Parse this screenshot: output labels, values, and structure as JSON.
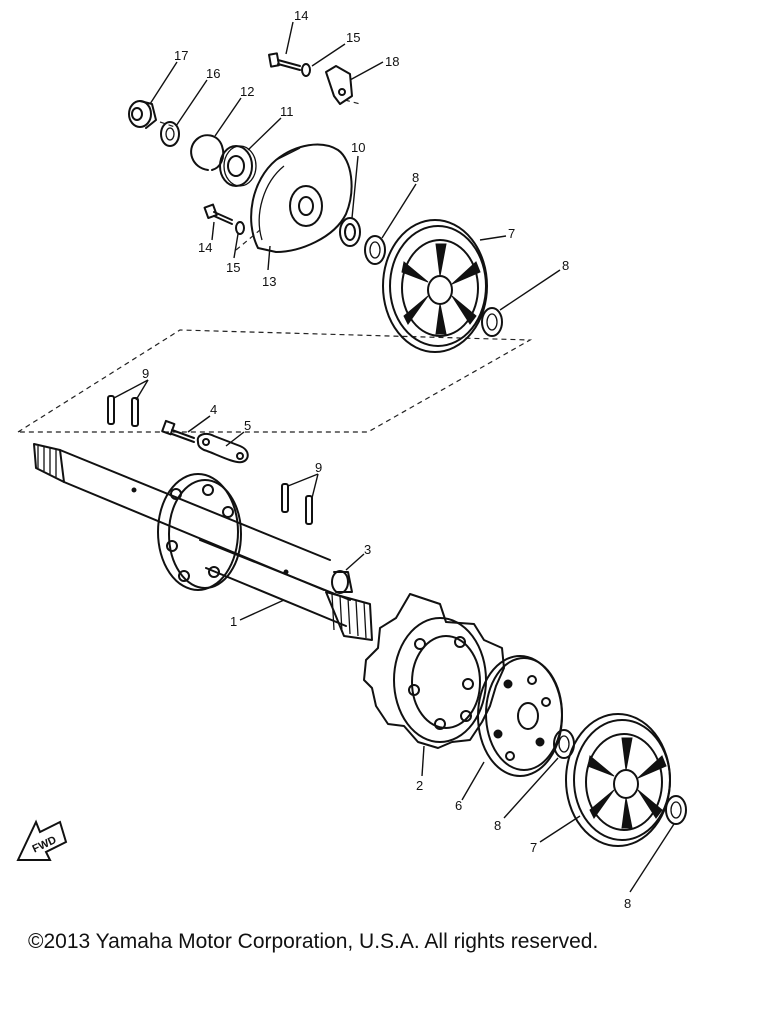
{
  "diagram": {
    "callouts": {
      "c1": "1",
      "c2": "2",
      "c3": "3",
      "c4": "4",
      "c5": "5",
      "c6": "6",
      "c7a": "7",
      "c7b": "7",
      "c8a": "8",
      "c8b": "8",
      "c8c": "8",
      "c8d": "8",
      "c9a": "9",
      "c9b": "9",
      "c10": "10",
      "c11": "11",
      "c12": "12",
      "c13": "13",
      "c14a": "14",
      "c14b": "14",
      "c15a": "15",
      "c15b": "15",
      "c16": "16",
      "c17": "17",
      "c18": "18"
    },
    "fwd_label": "FWD"
  },
  "footer": {
    "copyright": "©2013 Yamaha Motor Corporation, U.S.A. All rights reserved."
  }
}
